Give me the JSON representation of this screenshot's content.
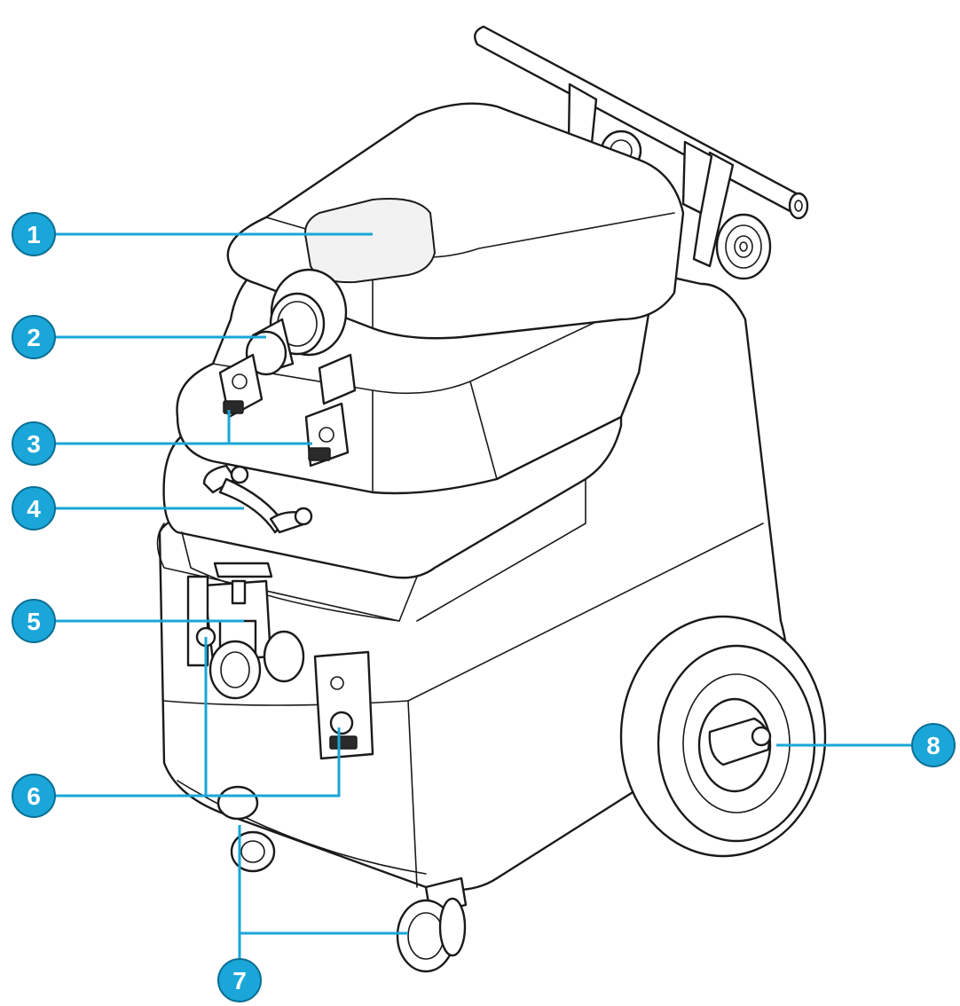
{
  "diagram": {
    "accent_color": "#1aa6d8",
    "callouts": [
      {
        "label": "1"
      },
      {
        "label": "2"
      },
      {
        "label": "3"
      },
      {
        "label": "4"
      },
      {
        "label": "5"
      },
      {
        "label": "6"
      },
      {
        "label": "7"
      },
      {
        "label": "8"
      }
    ]
  }
}
